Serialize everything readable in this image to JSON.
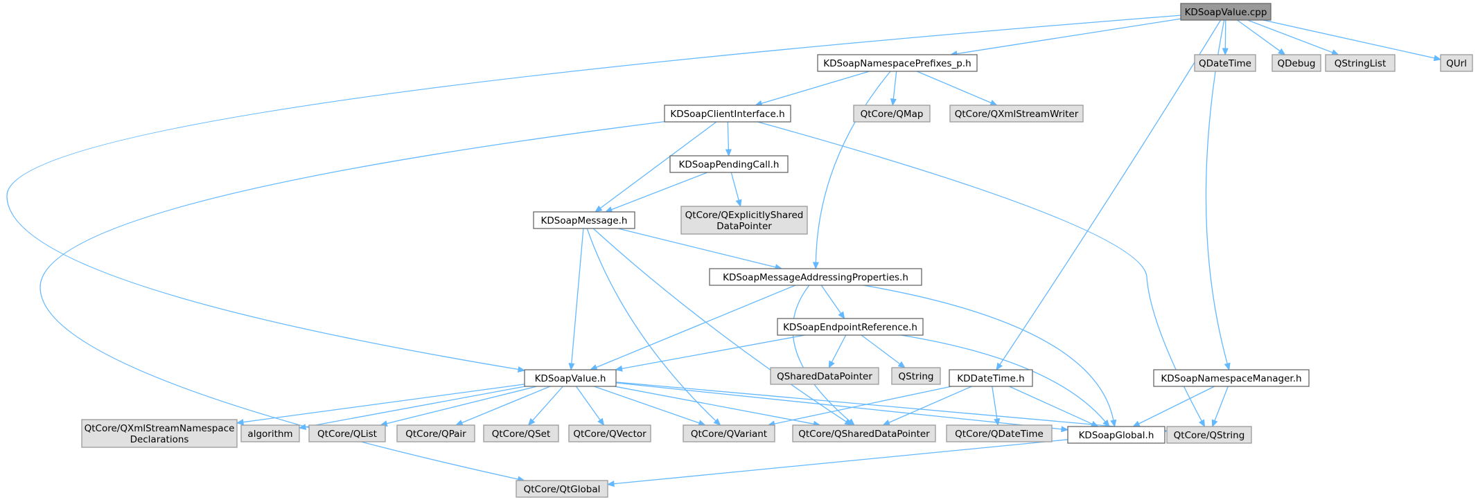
{
  "diagram": {
    "type": "include-dependency-graph",
    "colors": {
      "edge": "#63b8ff",
      "root_fill": "#999999",
      "internal_fill": "#ffffff",
      "external_fill": "#e0e0e0",
      "border": "#666666",
      "external_border": "#999999"
    },
    "nodes": [
      {
        "id": "root",
        "label": "KDSoapValue.cpp",
        "kind": "root"
      },
      {
        "id": "nsprefix",
        "label": "KDSoapNamespacePrefixes_p.h",
        "kind": "internal"
      },
      {
        "id": "qdatetime",
        "label": "QDateTime",
        "kind": "external"
      },
      {
        "id": "qdebug",
        "label": "QDebug",
        "kind": "external"
      },
      {
        "id": "qstringlist",
        "label": "QStringList",
        "kind": "external"
      },
      {
        "id": "qurl",
        "label": "QUrl",
        "kind": "external"
      },
      {
        "id": "client",
        "label": "KDSoapClientInterface.h",
        "kind": "internal"
      },
      {
        "id": "qmap",
        "label": "QtCore/QMap",
        "kind": "external"
      },
      {
        "id": "qxmlwriter",
        "label": "QtCore/QXmlStreamWriter",
        "kind": "external"
      },
      {
        "id": "pending",
        "label": "KDSoapPendingCall.h",
        "kind": "internal"
      },
      {
        "id": "qexplicit",
        "label": [
          "QtCore/QExplicitlyShared",
          "DataPointer"
        ],
        "kind": "external"
      },
      {
        "id": "message",
        "label": "KDSoapMessage.h",
        "kind": "internal"
      },
      {
        "id": "addressing",
        "label": "KDSoapMessageAddressingProperties.h",
        "kind": "internal"
      },
      {
        "id": "endpoint",
        "label": "KDSoapEndpointReference.h",
        "kind": "internal"
      },
      {
        "id": "value",
        "label": "KDSoapValue.h",
        "kind": "internal"
      },
      {
        "id": "qshared",
        "label": "QSharedDataPointer",
        "kind": "external"
      },
      {
        "id": "qstring",
        "label": "QString",
        "kind": "external"
      },
      {
        "id": "kddatetime",
        "label": "KDDateTime.h",
        "kind": "internal"
      },
      {
        "id": "nsmanager",
        "label": "KDSoapNamespaceManager.h",
        "kind": "internal"
      },
      {
        "id": "qxmlns",
        "label": [
          "QtCore/QXmlStreamNamespace",
          "Declarations"
        ],
        "kind": "external"
      },
      {
        "id": "algorithm",
        "label": "algorithm",
        "kind": "external"
      },
      {
        "id": "qlist",
        "label": "QtCore/QList",
        "kind": "external"
      },
      {
        "id": "qpair",
        "label": "QtCore/QPair",
        "kind": "external"
      },
      {
        "id": "qset",
        "label": "QtCore/QSet",
        "kind": "external"
      },
      {
        "id": "qvector",
        "label": "QtCore/QVector",
        "kind": "external"
      },
      {
        "id": "qvariant",
        "label": "QtCore/QVariant",
        "kind": "external"
      },
      {
        "id": "qtcoreshared",
        "label": "QtCore/QSharedDataPointer",
        "kind": "external"
      },
      {
        "id": "qtcoredatetime",
        "label": "QtCore/QDateTime",
        "kind": "external"
      },
      {
        "id": "global",
        "label": "KDSoapGlobal.h",
        "kind": "internal"
      },
      {
        "id": "qtcorestring",
        "label": "QtCore/QString",
        "kind": "external"
      },
      {
        "id": "qtglobal",
        "label": "QtCore/QtGlobal",
        "kind": "external"
      }
    ],
    "edges": [
      {
        "from": "root",
        "to": "nsprefix"
      },
      {
        "from": "root",
        "to": "qdatetime"
      },
      {
        "from": "root",
        "to": "qdebug"
      },
      {
        "from": "root",
        "to": "qstringlist"
      },
      {
        "from": "root",
        "to": "qurl"
      },
      {
        "from": "root",
        "to": "value"
      },
      {
        "from": "root",
        "to": "kddatetime"
      },
      {
        "from": "root",
        "to": "nsmanager"
      },
      {
        "from": "nsprefix",
        "to": "client"
      },
      {
        "from": "nsprefix",
        "to": "qmap"
      },
      {
        "from": "nsprefix",
        "to": "qxmlwriter"
      },
      {
        "from": "nsprefix",
        "to": "addressing"
      },
      {
        "from": "client",
        "to": "pending"
      },
      {
        "from": "client",
        "to": "message"
      },
      {
        "from": "client",
        "to": "qtglobal"
      },
      {
        "from": "client",
        "to": "qtcorestring"
      },
      {
        "from": "pending",
        "to": "message"
      },
      {
        "from": "pending",
        "to": "qexplicit"
      },
      {
        "from": "message",
        "to": "addressing"
      },
      {
        "from": "message",
        "to": "value"
      },
      {
        "from": "message",
        "to": "qvariant"
      },
      {
        "from": "message",
        "to": "qtcoreshared"
      },
      {
        "from": "addressing",
        "to": "endpoint"
      },
      {
        "from": "addressing",
        "to": "value"
      },
      {
        "from": "addressing",
        "to": "qtcoreshared"
      },
      {
        "from": "addressing",
        "to": "global"
      },
      {
        "from": "endpoint",
        "to": "value"
      },
      {
        "from": "endpoint",
        "to": "qshared"
      },
      {
        "from": "endpoint",
        "to": "qstring"
      },
      {
        "from": "endpoint",
        "to": "global"
      },
      {
        "from": "value",
        "to": "qxmlns"
      },
      {
        "from": "value",
        "to": "algorithm"
      },
      {
        "from": "value",
        "to": "qlist"
      },
      {
        "from": "value",
        "to": "qpair"
      },
      {
        "from": "value",
        "to": "qset"
      },
      {
        "from": "value",
        "to": "qvector"
      },
      {
        "from": "value",
        "to": "qvariant"
      },
      {
        "from": "value",
        "to": "qtcoreshared"
      },
      {
        "from": "value",
        "to": "global"
      },
      {
        "from": "value",
        "to": "qtcorestring"
      },
      {
        "from": "kddatetime",
        "to": "qvariant"
      },
      {
        "from": "kddatetime",
        "to": "qtcoreshared"
      },
      {
        "from": "kddatetime",
        "to": "qtcoredatetime"
      },
      {
        "from": "kddatetime",
        "to": "global"
      },
      {
        "from": "nsmanager",
        "to": "global"
      },
      {
        "from": "nsmanager",
        "to": "qtcorestring"
      },
      {
        "from": "global",
        "to": "qtglobal"
      }
    ]
  }
}
